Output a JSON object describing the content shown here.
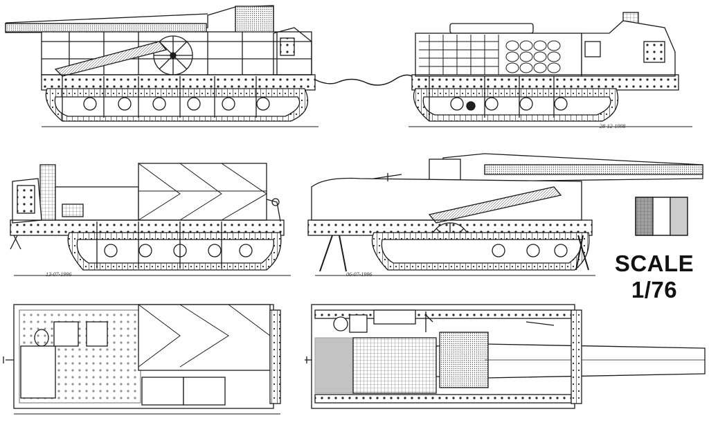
{
  "drawing": {
    "scale_line1": "SCALE",
    "scale_line2": "1/76",
    "dates": {
      "top_right": "28-12-1998",
      "middle_left": "13-07-1996",
      "middle_right": "06-07-1996"
    },
    "colors": {
      "ink": "#1a1a1a",
      "paper": "#ffffff",
      "shade": "#9a9a9a",
      "dark_shade": "#3c3c3c"
    }
  }
}
